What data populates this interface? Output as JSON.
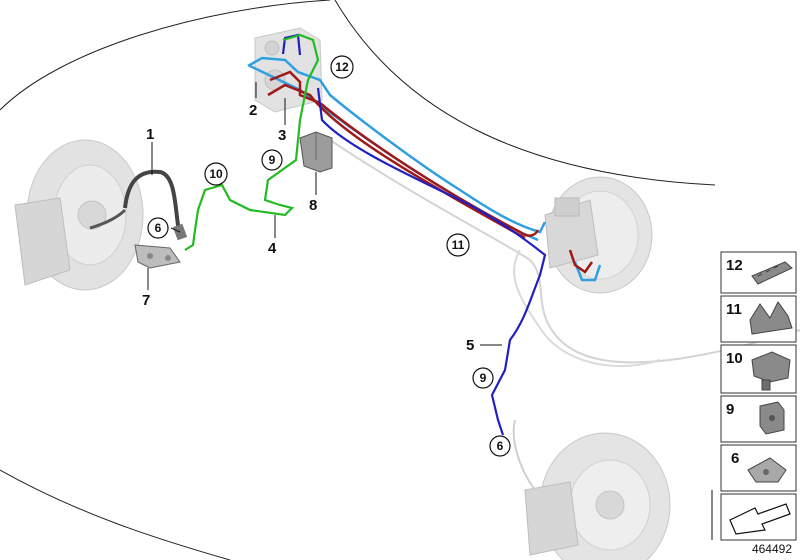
{
  "callouts": {
    "c1": "1",
    "c2": "2",
    "c3": "3",
    "c4": "4",
    "c5": "5",
    "c7": "7",
    "c8": "8",
    "c6a": "6",
    "c6b": "6",
    "c9a": "9",
    "c9b": "9",
    "c10": "10",
    "c11": "11",
    "c12": "12"
  },
  "parts_panel": {
    "items": [
      "12",
      "11",
      "10",
      "9",
      "6"
    ]
  },
  "document_id": "464492",
  "colors": {
    "brake_line_blue": "#2f9fe0",
    "brake_line_dark_blue": "#2020c0",
    "brake_line_red": "#a01818",
    "brake_line_green": "#22bb22",
    "hose_black": "#444444",
    "ghost_gray": "#d4d4d4"
  }
}
